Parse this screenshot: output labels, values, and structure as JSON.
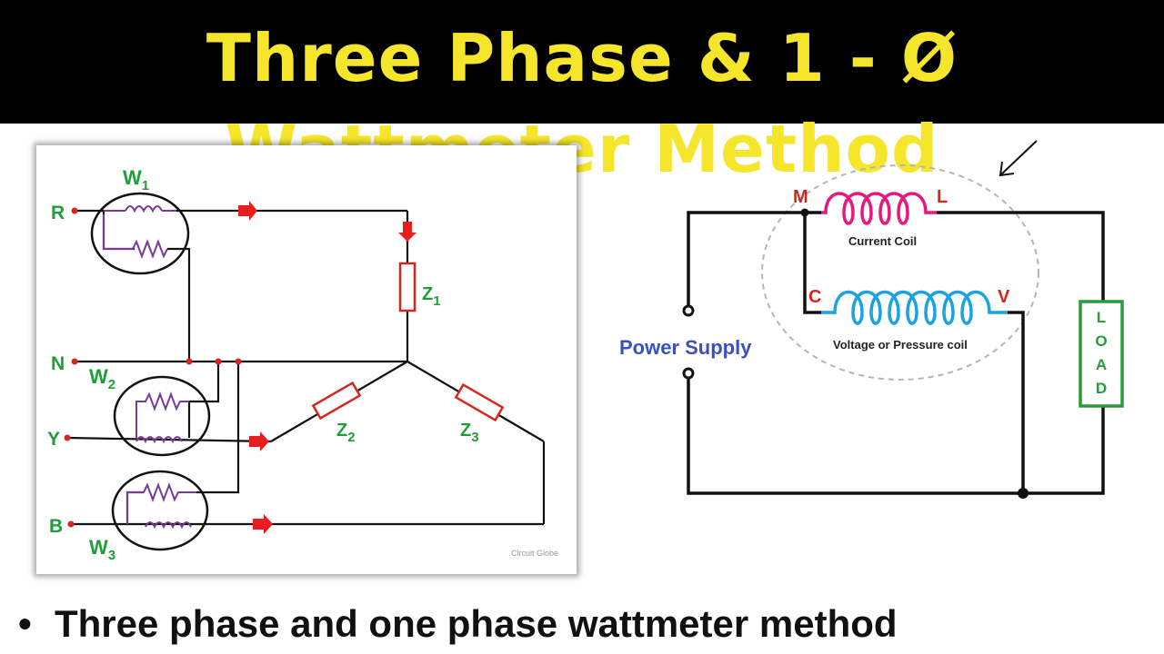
{
  "title": "Three Phase & 1 - Ø Wattmeter Method",
  "colors": {
    "banner_bg": "#000000",
    "title": "#f5e52b",
    "terminal_label": "#1f9e3a",
    "wire": "#111111",
    "arrow": "#e61e1e",
    "resistor": "#d7261e",
    "coil_purple": "#7a3a9a",
    "current_coil": "#e8177d",
    "voltage_coil": "#1aa3e0",
    "terminal_red": "#d7261e",
    "power_supply": "#3a4fc4",
    "load_green": "#2a9a3a"
  },
  "three_phase": {
    "phases": [
      "R",
      "N",
      "Y",
      "B"
    ],
    "wattmeters": [
      "W1",
      "W2",
      "W3"
    ],
    "impedances": [
      "Z1",
      "Z2",
      "Z3"
    ],
    "watermark": "Circuit Globe"
  },
  "single_phase": {
    "terminals": {
      "m": "M",
      "l": "L",
      "c": "C",
      "v": "V"
    },
    "current_coil": "Current Coil",
    "voltage_coil": "Voltage or Pressure coil",
    "power_supply": "Power Supply",
    "load": [
      "L",
      "O",
      "A",
      "D"
    ]
  },
  "bullet": "Three phase and one phase wattmeter method"
}
